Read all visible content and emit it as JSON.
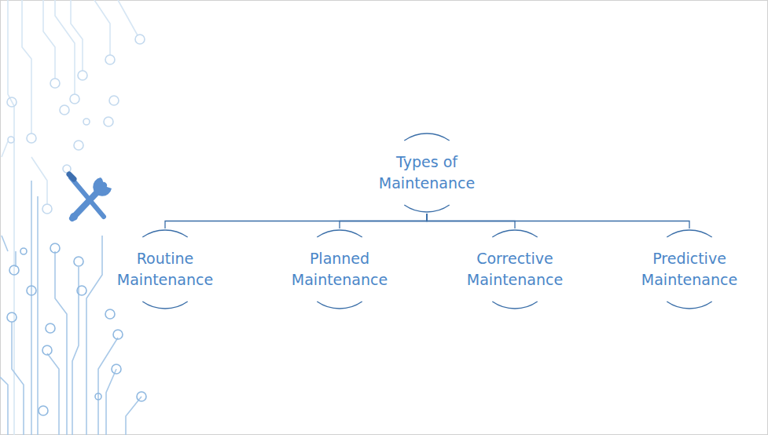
{
  "diagram": {
    "nodes": [
      {
        "text": [
          "Types of Maintenance"
        ]
      },
      {
        "text": [
          "Routine Maintenance"
        ]
      },
      {
        "text": [
          "Planned Maintenance"
        ]
      },
      {
        "text": [
          "Corrective Maintenance"
        ]
      },
      {
        "text": [
          "Predictive Maintenance"
        ]
      }
    ],
    "edges": [
      {
        "from": 0,
        "to": 1,
        "arrow": "none"
      },
      {
        "from": 0,
        "to": 2,
        "arrow": "none"
      },
      {
        "from": 0,
        "to": 3,
        "arrow": "none"
      },
      {
        "from": 0,
        "to": 4,
        "arrow": "none"
      }
    ]
  }
}
